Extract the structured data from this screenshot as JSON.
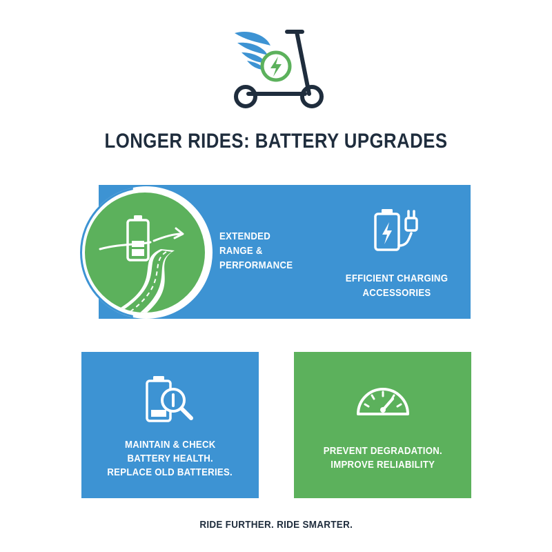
{
  "logo": {
    "icon": "scooter-lightning-wings-icon",
    "colors": {
      "wing": "#3d93d3",
      "bolt": "#5cb15c",
      "frame": "#1f2d3d"
    }
  },
  "title": "LONGER RIDES: BATTERY UPGRADES",
  "features": {
    "range": {
      "icon": "battery-road-arrow-icon",
      "lines": [
        "EXTENDED",
        "RANGE &",
        "PERFORMANCE"
      ]
    },
    "charging": {
      "icon": "battery-plug-icon",
      "lines": [
        "EFFICIENT CHARGING",
        "ACCESSORIES"
      ]
    }
  },
  "cards": {
    "health": {
      "icon": "battery-magnifier-icon",
      "lines": [
        "MAINTAIN & CHECK",
        "BATTERY HEALTH.",
        "REPLACE OLD BATTERIES."
      ]
    },
    "reliability": {
      "icon": "speedometer-icon",
      "lines": [
        "PREVENT DEGRADATION.",
        "IMPROVE RELIABILITY"
      ]
    }
  },
  "footer": "RIDE FURTHER. RIDE SMARTER.",
  "colors": {
    "blue": "#3d93d3",
    "green": "#5cb15c",
    "dark": "#1f2d3d",
    "background": "#ffffff"
  }
}
